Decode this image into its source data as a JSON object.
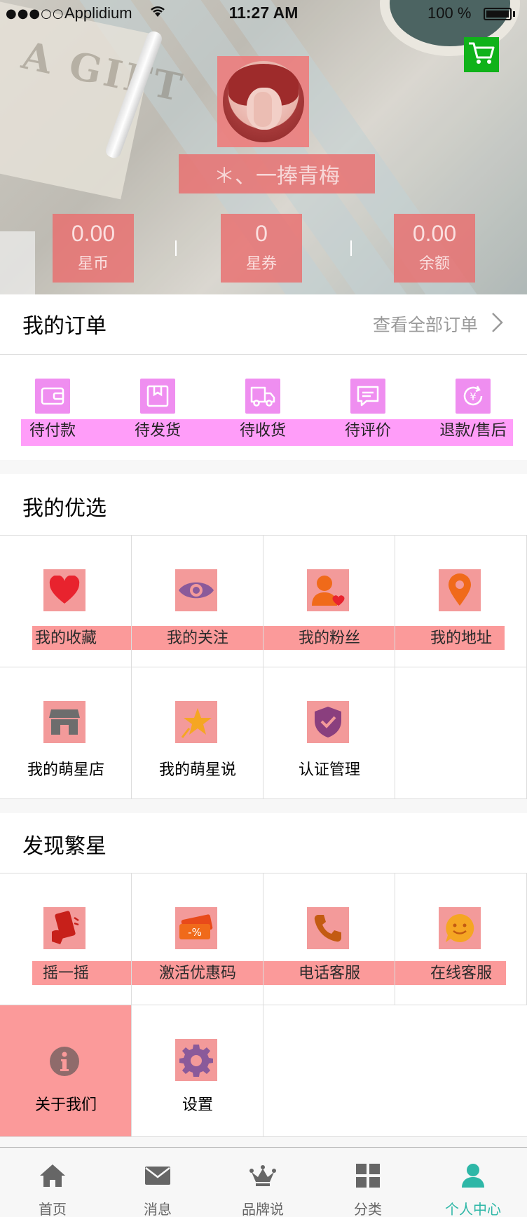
{
  "status_bar": {
    "signal": "●●●○○",
    "carrier": "Applidium",
    "time": "11:27 AM",
    "battery": "100 %"
  },
  "header": {
    "nickname": "＊、一捧青梅",
    "stats": [
      {
        "value": "0.00",
        "label": "星币"
      },
      {
        "value": "0",
        "label": "星券"
      },
      {
        "value": "0.00",
        "label": "余额"
      }
    ],
    "background_text": "A GIFT"
  },
  "orders": {
    "title": "我的订单",
    "view_all": "查看全部订单",
    "items": [
      {
        "label": "待付款",
        "icon": "wallet-icon"
      },
      {
        "label": "待发货",
        "icon": "box-icon"
      },
      {
        "label": "待收货",
        "icon": "truck-icon"
      },
      {
        "label": "待评价",
        "icon": "comment-icon"
      },
      {
        "label": "退款/售后",
        "icon": "refund-icon"
      }
    ]
  },
  "picks": {
    "title": "我的优选",
    "items": [
      {
        "label": "我的收藏",
        "icon": "heart-icon"
      },
      {
        "label": "我的关注",
        "icon": "eye-icon"
      },
      {
        "label": "我的粉丝",
        "icon": "fans-icon"
      },
      {
        "label": "我的地址",
        "icon": "location-icon"
      },
      {
        "label": "我的萌星店",
        "icon": "shop-icon"
      },
      {
        "label": "我的萌星说",
        "icon": "star-icon"
      },
      {
        "label": "认证管理",
        "icon": "shield-icon"
      }
    ]
  },
  "discover": {
    "title": "发现繁星",
    "items": [
      {
        "label": "摇一摇",
        "icon": "shake-icon"
      },
      {
        "label": "激活优惠码",
        "icon": "coupon-icon"
      },
      {
        "label": "电话客服",
        "icon": "phone-icon"
      },
      {
        "label": "在线客服",
        "icon": "chat-smile-icon"
      },
      {
        "label": "关于我们",
        "icon": "info-icon"
      },
      {
        "label": "设置",
        "icon": "gear-icon"
      }
    ]
  },
  "tabbar": {
    "items": [
      {
        "label": "首页",
        "icon": "home-icon"
      },
      {
        "label": "消息",
        "icon": "mail-icon"
      },
      {
        "label": "品牌说",
        "icon": "crown-icon"
      },
      {
        "label": "分类",
        "icon": "grid-icon"
      },
      {
        "label": "个人中心",
        "icon": "user-icon"
      }
    ],
    "active_index": 4
  },
  "colors": {
    "accent": "#2eb7a7",
    "cart": "#10b21a",
    "highlight_red": "#f39a9a",
    "highlight_pink": "#ff9df9",
    "divider": "#dddddd",
    "gap": "#f7f7f7",
    "tabbar_border": "#adadad"
  }
}
